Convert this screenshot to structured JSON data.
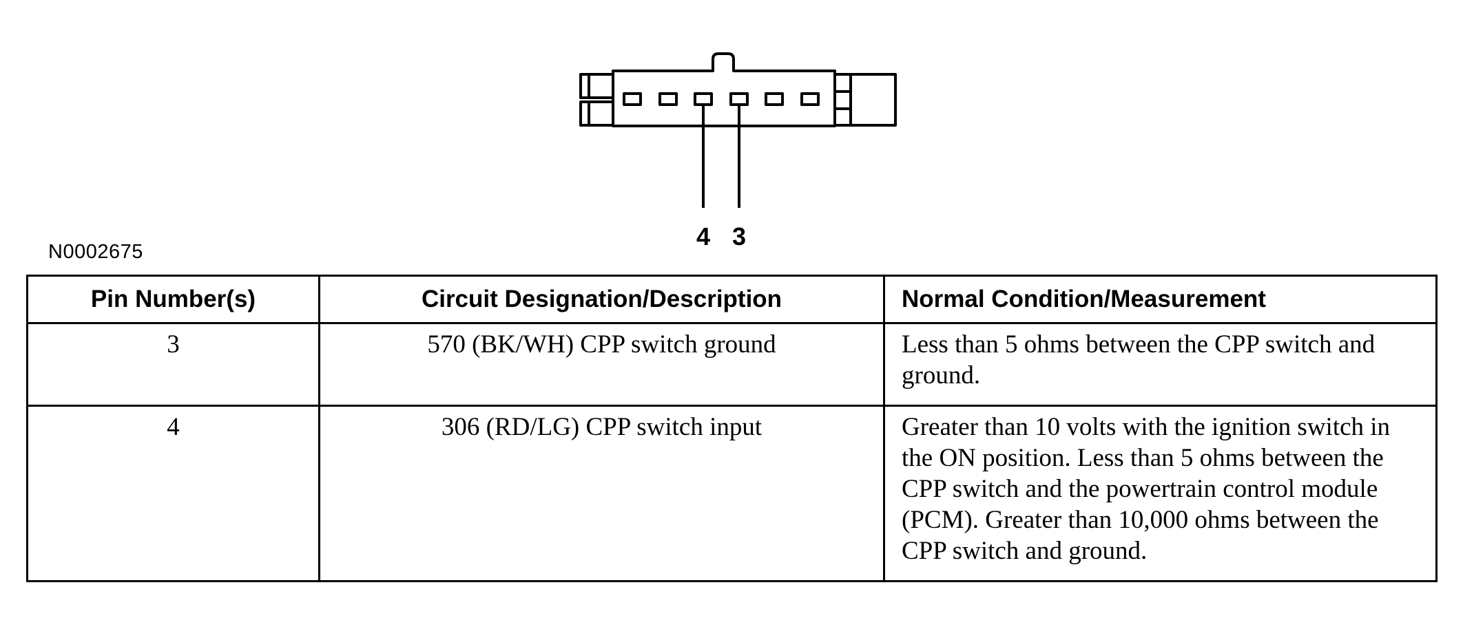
{
  "diagram": {
    "figure_id": "N0002675",
    "pin_labels": [
      "4",
      "3"
    ]
  },
  "table": {
    "headers": [
      "Pin Number(s)",
      "Circuit Designation/Description",
      "Normal Condition/Measurement"
    ],
    "rows": [
      {
        "pin": "3",
        "circuit": "570 (BK/WH) CPP switch ground",
        "condition": "Less than 5 ohms between the CPP switch and ground."
      },
      {
        "pin": "4",
        "circuit": "306 (RD/LG) CPP switch input",
        "condition": "Greater than 10 volts with the ignition switch in the ON position. Less than 5 ohms between the CPP switch and the powertrain control module (PCM). Greater than 10,000 ohms between the CPP switch and ground."
      }
    ]
  }
}
